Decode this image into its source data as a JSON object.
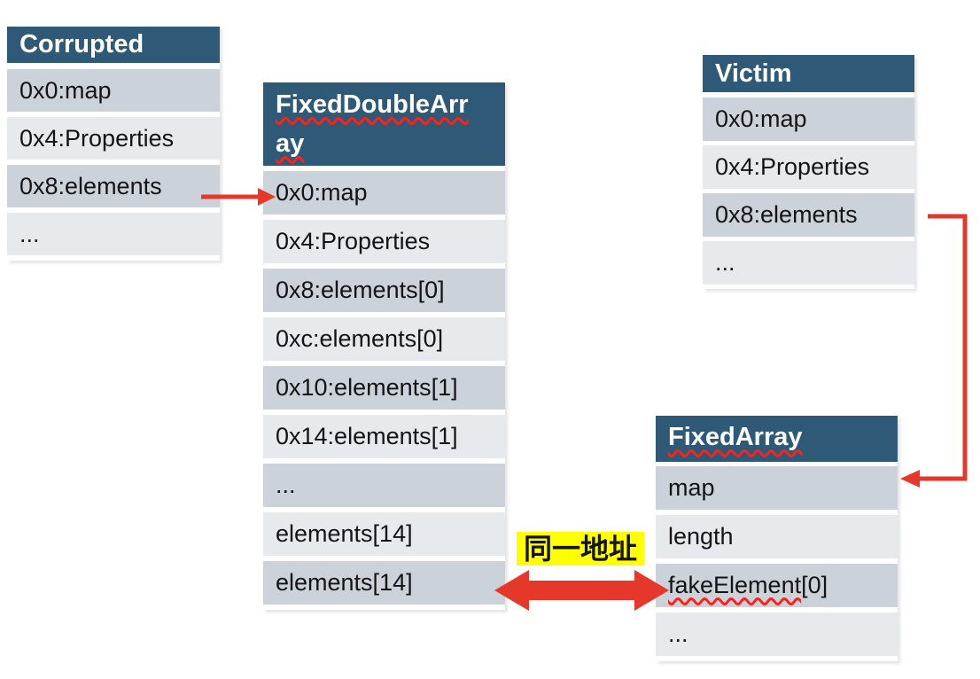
{
  "diagram": {
    "colors": {
      "header_bg": "#2e5a78",
      "header_text": "#ffffff",
      "row_dark": "#ccd2d9",
      "row_light": "#e7eaed",
      "row_text": "#141414",
      "arrow": "#e6382a",
      "squiggle": "#ff2018",
      "highlight_bg": "#ffff00",
      "highlight_text": "#151515"
    },
    "tables": {
      "corrupted": {
        "title": "Corrupted",
        "rows": [
          "0x0:map",
          "0x4:Properties",
          "0x8:elements",
          "..."
        ]
      },
      "fixed_double_array": {
        "title_lines": [
          "FixedDoubleArr",
          "ay"
        ],
        "rows": [
          "0x0:map",
          "0x4:Properties",
          "0x8:elements[0]",
          "0xc:elements[0]",
          "0x10:elements[1]",
          "0x14:elements[1]",
          "...",
          "elements[14]",
          "elements[14]"
        ]
      },
      "victim": {
        "title": "Victim",
        "rows": [
          "0x0:map",
          "0x4:Properties",
          "0x8:elements",
          "..."
        ]
      },
      "fixed_array": {
        "title": "FixedArray",
        "rows": [
          "map",
          "length",
          {
            "word": "fakeElement",
            "suffix": "[0]"
          },
          "..."
        ]
      }
    },
    "annotation": {
      "same_address_label": "同一地址"
    }
  }
}
